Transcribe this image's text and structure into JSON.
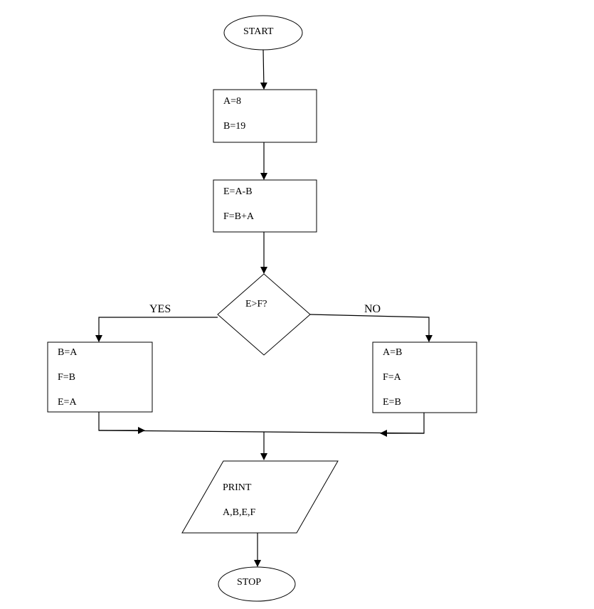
{
  "start": {
    "label": "START"
  },
  "init": {
    "lines": [
      "A=8",
      "B=19"
    ]
  },
  "compute": {
    "lines": [
      "E=A-B",
      "F=B+A"
    ]
  },
  "decision": {
    "label": "E>F?"
  },
  "branch_yes": {
    "label": "YES",
    "lines": [
      "B=A",
      "F=B",
      "E=A"
    ]
  },
  "branch_no": {
    "label": "NO",
    "lines": [
      "A=B",
      "F=A",
      "E=B"
    ]
  },
  "output": {
    "lines": [
      "PRINT",
      "A,B,E,F"
    ]
  },
  "stop": {
    "label": "STOP"
  }
}
